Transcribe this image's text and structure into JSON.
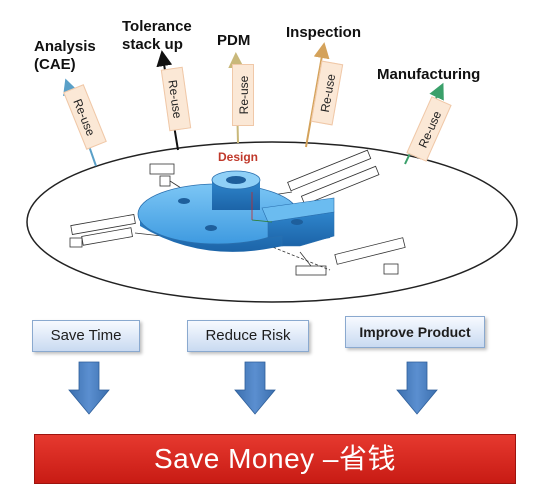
{
  "applications": [
    {
      "id": "analysis",
      "label": "Analysis\n(CAE)"
    },
    {
      "id": "tolerance",
      "label": "Tolerance\nstack up"
    },
    {
      "id": "pdm",
      "label": "PDM"
    },
    {
      "id": "inspection",
      "label": "Inspection"
    },
    {
      "id": "manufacturing",
      "label": "Manufacturing"
    }
  ],
  "reuse_tags": [
    "Re-use",
    "Re-use",
    "Re-use",
    "Re-use",
    "Re-use"
  ],
  "design_label": "Design",
  "benefits": [
    {
      "id": "save-time",
      "label": "Save Time"
    },
    {
      "id": "reduce-risk",
      "label": "Reduce Risk"
    },
    {
      "id": "improve-product",
      "label": "Improve Product"
    }
  ],
  "result": {
    "label": "Save Money –省钱"
  },
  "colors": {
    "arrow_analysis": "#5aa0c8",
    "arrow_tolerance": "#111111",
    "arrow_pdm": "#c9b87a",
    "arrow_inspection": "#d4a25a",
    "arrow_manufacturing": "#3aa06a",
    "part_blue": "#4aa6e6",
    "down_arrow": "#4a7fc0",
    "result_bar": "#d8261d"
  }
}
